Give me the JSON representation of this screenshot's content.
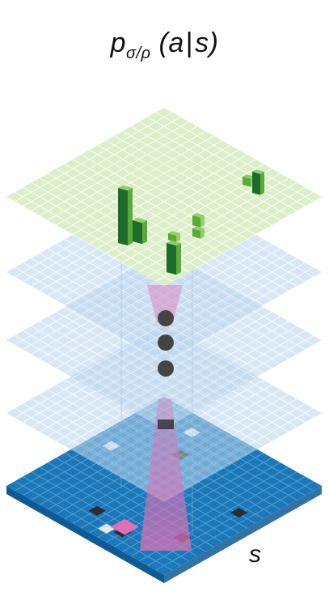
{
  "title": {
    "p": "p",
    "subscript": "σ/ρ",
    "open": "(",
    "a": "a",
    "bar": "|",
    "s": "s",
    "close": ")"
  },
  "state_label": "s",
  "colors": {
    "output_layer": "#dcefc8",
    "output_grid": "#ffffff",
    "hidden_layer": "#b9d4ee",
    "input_layer": "#1b77b8",
    "input_grid": "#56a6dc",
    "bar_dark": "#1e6b2c",
    "bar_light": "#5aaa38",
    "pink": "#e070b6",
    "dot": "#444444",
    "marker_dark": "#2c2c2c",
    "marker_light": "#e6e6e6"
  },
  "hidden_layer_count": 3,
  "grid_divisions": 19
}
